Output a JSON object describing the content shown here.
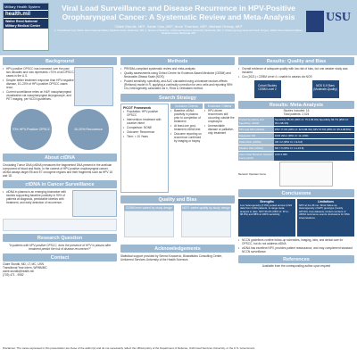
{
  "header": {
    "logo_top": "Military Health System",
    "logo_mid": "health.mil",
    "logo_bottom": "Walter Reed National Military Medical Center",
    "title": "Viral Load Surveillance and Disease Recurrence in HPV-Positive Oropharyngeal Cancer: A Systematic Review and Meta-Analysis",
    "authors": "Claire Sturdik, MD¹, Sarah Gao, MD¹, Anne Thornton, MD¹, Michael Oresay, MD²",
    "affiliations": "1. Transitional Year, Walter Reed National Military Medical Center, Bethesda, MD; 2. School of Medicine, Uniformed Services University, Bethesda, MD; 3. Otolaryngology Head and Neck Surgery, Walter Reed National Military Medical Center, Bethesda, MD",
    "usu": "USU"
  },
  "background": {
    "heading": "Background",
    "bullets": [
      "HPV-positive OPSCC has increased over the past two decades and now represents >70% of all OPSCC cases in the U.S.",
      "Despite better treatment response than HPV-negative disease, 10–20% of HPV-positive OPSCC cases recur.",
      "Current surveillance relies on H&P, nasopharyngeal visualization via nasopharyngeal laryngoscope, and PET imaging, per NCCN guidelines."
    ],
    "circle1": "70% HPV-Positive OPSCC",
    "circle2": "10-20% Recurrence"
  },
  "ctdna": {
    "heading": "About ctDNA",
    "text": "Circulating Tumor DNA (ctDNA) measures the fragmented DNA present in the acellular component of blood and fluids. In the context of HPV-positive oropharyngeal cancer, ctDNA assays target E6 and E7 oncogene regions and their fragments such as HPV 16 and 18."
  },
  "surveillance": {
    "heading": "ctDNA in Cancer Surveillance",
    "bullets": [
      "ctDNA in plasma is an emerging biomarker with studies supporting baseline positivity in 90% of patients at diagnosis, predictable kinetics with treatment, and early detection of recurrence."
    ]
  },
  "question": {
    "heading": "Research Question",
    "text": "\"In patients with HPV-positive OPSCC, does the presence of HPV in plasma after treatment predict the risk of disease recurrence?\""
  },
  "contact": {
    "heading": "Contact",
    "name": "Claire Sturdik, MD, LT, MC, USN",
    "program": "Transitional Year Intern, WRNMMC",
    "email": "claire.sturdik@health.mil",
    "phone": "(703) 471 - 9082"
  },
  "methods": {
    "heading": "Methods",
    "bullets": [
      "PRISMA-compliant systematic review and meta-analysis",
      "Quality assessments using Oxford Centre for Evidence-Based Medicine (CEBM) and Newcastle-Ottawa Scale (NOS)",
      "Pooled sensitivity, specificity, and AUC calculated using a bivariate random-effects (Reitsma) model in R, applying a continuity correction for zero cells and reporting 95% CIs; heterogeneity calculated via I², Rhos & Ontbatiam method"
    ]
  },
  "search": {
    "heading": "Search Strategy",
    "picot_title": "PICOT Framework",
    "picot": [
      "Population: HPV-positive OPSCC",
      "Intervention: treatment with curative intent",
      "Comparison: NONE",
      "Outcome: Recurrence",
      "Time: < 10 Years"
    ],
    "inclusion_title": "Inclusion Criteria",
    "inclusion": [
      "Baseline ctDNA positivity in plasma prior to completion of treatment",
      "At least one post-treatment ctDNA test",
      "Outcome reporting on recurrence confirmed by imaging or biopsy"
    ],
    "exclusion_title": "Exclusion Criteria",
    "exclusion": [
      "HPV-driven recurrences still occurring outside the oropharynx",
      "Unresectable disease or palliative-only treatment"
    ]
  },
  "quality": {
    "heading": "Quality and Bias",
    "box1": "CEBM level varied by study design",
    "box2": "NOS: varies quality by study design"
  },
  "results_quality": {
    "heading": "Results: Quality and Bias",
    "bullets": [
      "Overall evidence of adequate quality with low risk of bias, but one weaker study was included",
      "Cox (2021) • CEBM Level 4 • unable to assess via NOS"
    ],
    "badge1": "Cohort Studies CEBM Level 2",
    "badge2": "NOS 5-9 Stars (Moderate-Quality)"
  },
  "meta": {
    "heading": "Results: Meta-Analysis",
    "studies": "Studies Included: 16",
    "patients": "Total patients: 2,024",
    "rows": [
      {
        "label": "Pooled Sensitivity and Specificity: ctDNA",
        "value": "Sensitivity 88.4% (95% CI: 75.4-95.0%) Specificity 96.7% (95% CI: 93.1-98.4%)"
      },
      {
        "label": "PPV and NPV (ctDNA)",
        "value": "PPV 77.0% (95% CI: 62.5-88.4%) NPV 97.6% (95% CI: 95.4-98.8%)"
      },
      {
        "label": "Diagnostic OR",
        "value": "DOR 299.2 (95% CI: 11-1339)"
      },
      {
        "label": "Odds Ratio (ctDNA)",
        "value": "OR 3.2 (95% CI: 1.9-6.8)"
      },
      {
        "label": "Relative Risk (ctDNA)",
        "value": "RR 7.9 (95% CI: 4.1-15.8)"
      },
      {
        "label": "Area Under Receiver Operator Curve (AUC)",
        "value": "AUC 0.969"
      }
    ],
    "plot_label": "Receiver Operator Curve"
  },
  "conclusions": {
    "heading": "Conclusions",
    "strengths_title": "Strengths",
    "strengths": "Low heterogeneity (I² 0%) pooled across 2,024 data from 3,024 patients. In-range meta-analysis to date. NPV 96.2% (95% CI: 87.2–98.9%) and 98% at 100% sensitivity",
    "limitations_title": "Limitations",
    "limitations": "NPV at 24–36 mo. Short follow-up. Heterogeneity of HPV genotype (mostly HPV16). Few datasets, limited numbers of ctDNA recurrence events. Exclusions for DNA interpretations.",
    "bullets": [
      "NCCN guidelines confine follow-up schedules, imaging, labs, and dental care for OPSCC, but do not address ctDNA",
      "ctDNA has excellent NPV, provides patient reassurance, and may complement standard NCCN surveillance"
    ]
  },
  "ack": {
    "heading": "Acknowledgements",
    "text": "Statistical support provided by Semra Kovacevic, Biostatistics Consulting Center, Uniformed Services University of the Health Sciences"
  },
  "references": {
    "heading": "References",
    "text": "Available from the corresponding author upon request"
  },
  "footer": {
    "text": "Disclaimer: The views expressed in this presentation are those of the author(s) and do not necessarily reflect the official policy of the Department of Defense, Uniformed Services University, or the U.S. Government."
  }
}
